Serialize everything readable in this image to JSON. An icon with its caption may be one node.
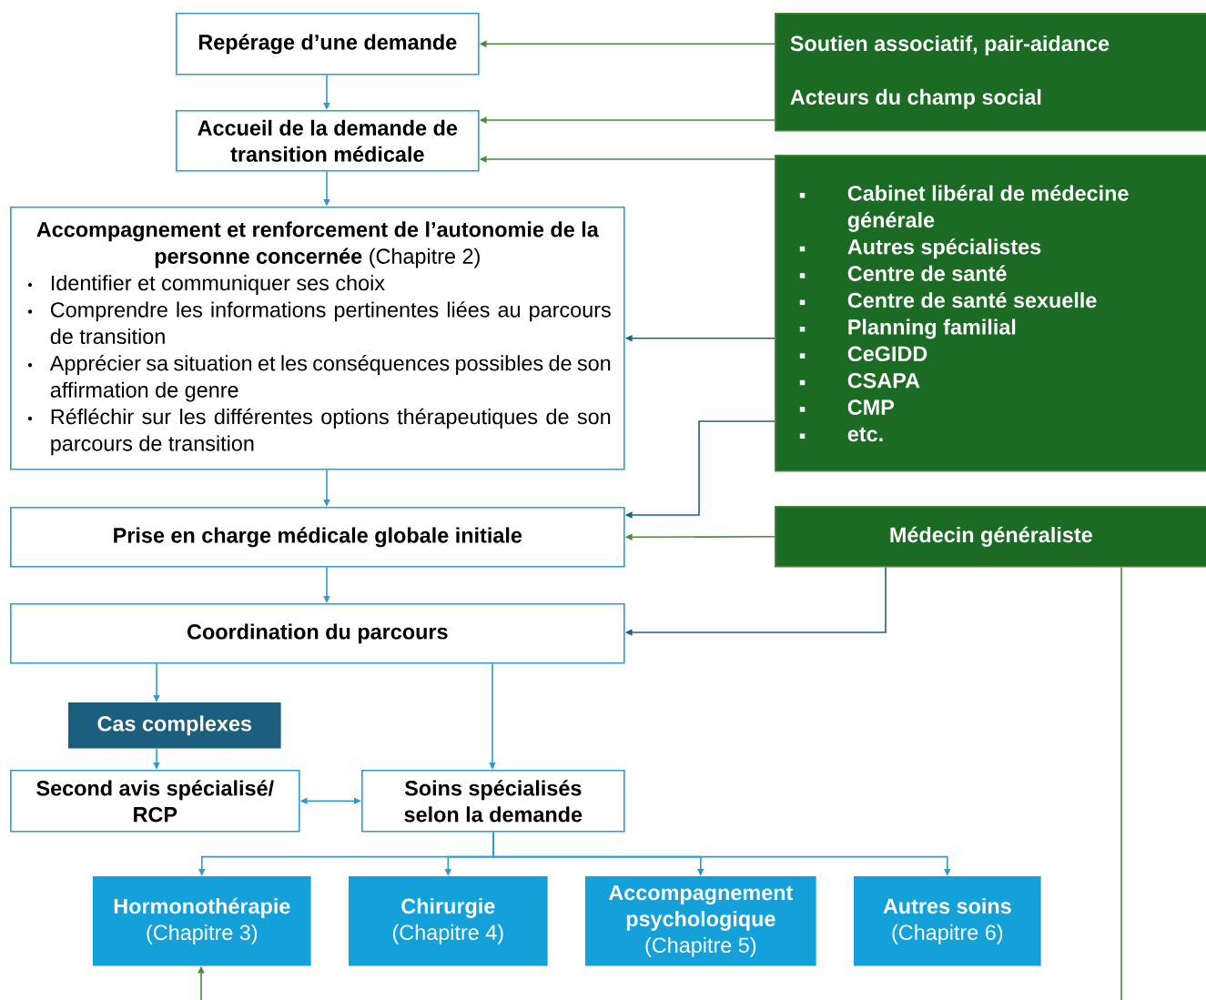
{
  "diagram": {
    "nodes": [
      {
        "text": [
          "Repérage d’une demande"
        ]
      },
      {
        "text": [
          "Accueil de la demande de transition médicale"
        ]
      },
      {
        "text": [
          "**Accompagnement et renforcement de l’autonomie de la personne concernée** (Chapitre 2)",
          "Identifier et communiquer ses choix",
          "Comprendre les informations pertinentes liées au parcours de transition",
          "Apprécier sa situation et les conséquences possibles de son affirmation de genre",
          "Réfléchir sur les différentes options thérapeutiques de son parcours de transition"
        ]
      },
      {
        "text": [
          "Prise en charge médicale globale initiale"
        ]
      },
      {
        "text": [
          "Coordination du parcours"
        ]
      },
      {
        "text": [
          "Cas complexes"
        ]
      },
      {
        "text": [
          "Second avis spécialisé/ RCP"
        ]
      },
      {
        "text": [
          "Soins spécialisés selon la demande"
        ]
      },
      {
        "text": [
          "Hormonothérapie",
          "(Chapitre 3)"
        ]
      },
      {
        "text": [
          "Chirurgie",
          "(Chapitre 4)"
        ]
      },
      {
        "text": [
          "Accompagnement psychologique",
          "(Chapitre 5)"
        ]
      },
      {
        "text": [
          "Autres soins",
          "(Chapitre 6)"
        ]
      },
      {
        "text": [
          "Soutien associatif, pair-aidance",
          "Acteurs du champ social"
        ]
      },
      {
        "text": [
          "Cabinet libéral de médecine générale",
          "Autres spécialistes",
          "Centre de santé",
          "Centre de santé sexuelle",
          "Planning familial",
          "CeGIDD",
          "CSAPA",
          "CMP",
          "etc."
        ]
      },
      {
        "text": [
          "Médecin généraliste"
        ]
      }
    ],
    "edges": [
      {
        "from": 0,
        "to": 1,
        "arrow": "to"
      },
      {
        "from": 1,
        "to": 2,
        "arrow": "to"
      },
      {
        "from": 2,
        "to": 3,
        "arrow": "to"
      },
      {
        "from": 3,
        "to": 4,
        "arrow": "to"
      },
      {
        "from": 4,
        "to": 5,
        "arrow": "to"
      },
      {
        "from": 5,
        "to": 6,
        "arrow": "to"
      },
      {
        "from": 4,
        "to": 7,
        "arrow": "to"
      },
      {
        "from": 6,
        "to": 7,
        "arrow": "both"
      },
      {
        "from": 7,
        "to": 8,
        "arrow": "to"
      },
      {
        "from": 7,
        "to": 9,
        "arrow": "to"
      },
      {
        "from": 7,
        "to": 10,
        "arrow": "to"
      },
      {
        "from": 7,
        "to": 11,
        "arrow": "to"
      },
      {
        "from": 12,
        "to": 0,
        "arrow": "to",
        "color": "#4a8a3a"
      },
      {
        "from": 12,
        "to": 1,
        "arrow": "to",
        "color": "#4a8a3a"
      },
      {
        "from": 13,
        "to": 1,
        "arrow": "to",
        "color": "#4a8a3a"
      },
      {
        "from": 13,
        "to": 2,
        "arrow": "to",
        "color": "#22607f"
      },
      {
        "from": 13,
        "to": 3,
        "arrow": "to",
        "color": "#22607f"
      },
      {
        "from": 14,
        "to": 3,
        "arrow": "to",
        "color": "#4a8a3a"
      },
      {
        "from": 14,
        "to": 4,
        "arrow": "to",
        "color": "#22607f"
      },
      {
        "from": 14,
        "to": null,
        "arrow": "none",
        "color": "#4a8a3a"
      },
      {
        "from": null,
        "to": 8,
        "arrow": "to",
        "color": "#4a8a3a"
      }
    ]
  }
}
